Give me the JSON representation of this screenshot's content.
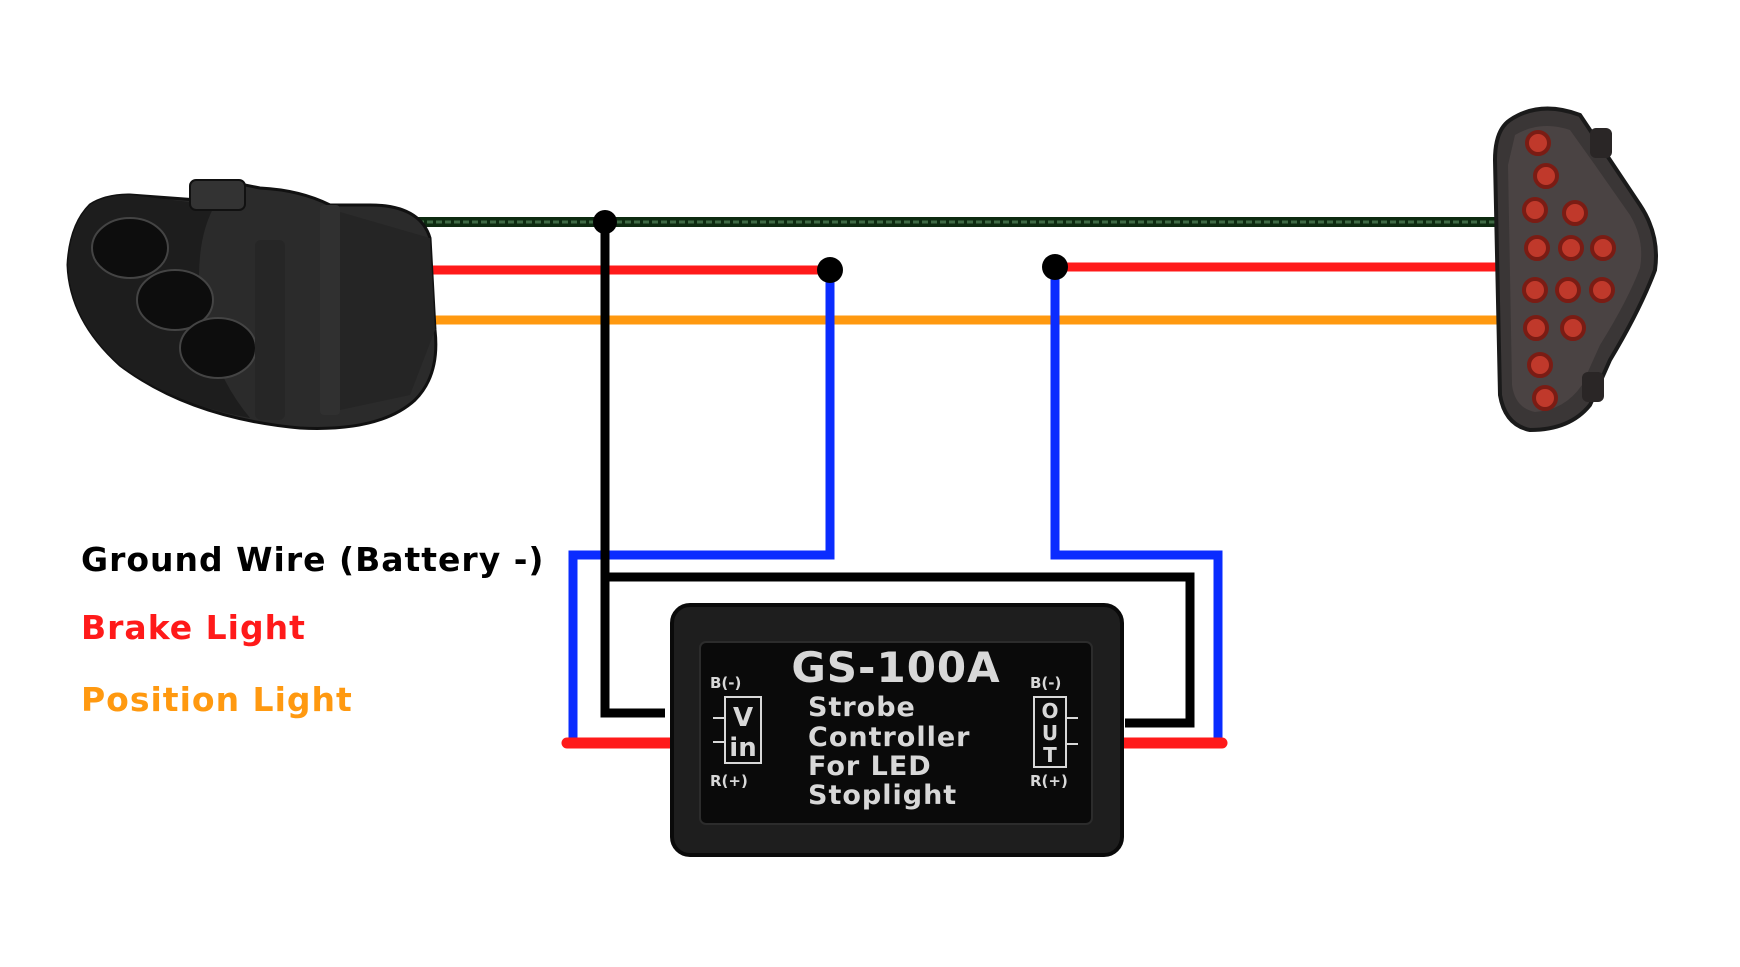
{
  "colors": {
    "ground": "#000000",
    "brake": "#ff1a1a",
    "position": "#ff9910",
    "signal": "#0a2cff",
    "module_body": "#1e1e1e",
    "module_label_bg": "#0a0a0a",
    "module_text": "#d8d8d8"
  },
  "legend": {
    "ground": "Ground Wire (Battery -)",
    "brake": "Brake Light",
    "position": "Position Light"
  },
  "module": {
    "model": "GS-100A",
    "desc_line1": "Strobe",
    "desc_line2": "Controller",
    "desc_line3": "For LED",
    "desc_line4": "Stoplight",
    "left_top_label": "B(-)",
    "left_bottom_label": "R(+)",
    "left_box_line1": "V",
    "left_box_line2": "in",
    "right_top_label": "B(-)",
    "right_bottom_label": "R(+)",
    "right_box_line1": "O",
    "right_box_line2": "U",
    "right_box_line3": "T"
  },
  "icons": {
    "connector": "connector-plug-icon",
    "tail_light": "led-tail-light-icon"
  }
}
